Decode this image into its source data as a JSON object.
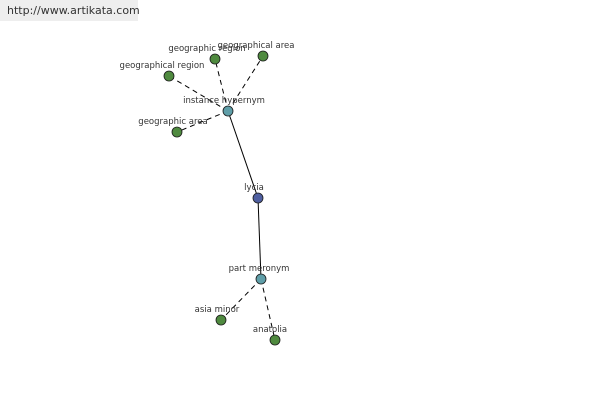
{
  "header": {
    "url": "http://www.artikata.com"
  },
  "colors": {
    "center_node": "#4f5fa0",
    "relation_node": "#5f9ea8",
    "leaf_node": "#4f8a3f",
    "node_stroke": "#1a1a1a"
  },
  "graph": {
    "center": {
      "label": "lycia"
    },
    "relations": [
      {
        "label": "instance hypernym"
      },
      {
        "label": "part meronym"
      }
    ],
    "leaves": [
      {
        "label": "geographic region"
      },
      {
        "label": "geographical area"
      },
      {
        "label": "geographical region"
      },
      {
        "label": "geographic area"
      },
      {
        "label": "asia minor"
      },
      {
        "label": "anatolia"
      }
    ]
  }
}
